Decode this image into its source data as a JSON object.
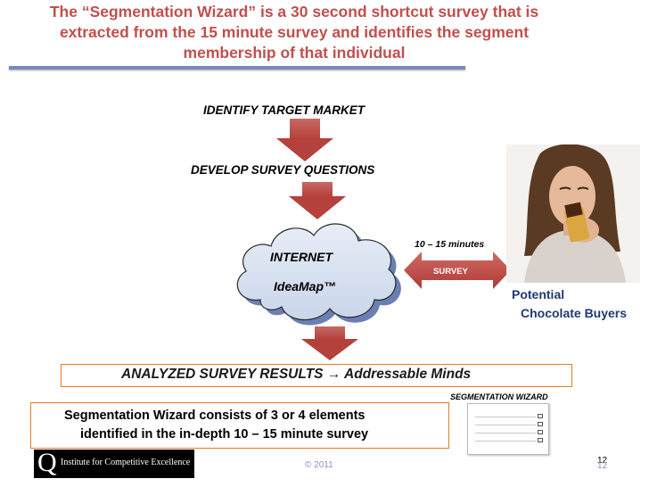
{
  "slide": {
    "title": "The “Segmentation Wizard” is a 30 second shortcut survey that is extracted from the 15 minute survey and identifies the segment membership of that individual",
    "steps": {
      "identify": "IDENTIFY  TARGET MARKET",
      "develop": "DEVELOP SURVEY  QUESTIONS"
    },
    "cloud": {
      "line1": "INTERNET",
      "line2": "IdeaMap™"
    },
    "survey_arrow": {
      "minutes": "10 – 15 minutes",
      "label": "SURVEY"
    },
    "buyers": {
      "line1": "Potential",
      "line2": "Chocolate Buyers"
    },
    "results": "ANALYZED SURVEY RESULTS → Addressable Minds",
    "segmentation_wizard_label": "SEGMENTATION WIZARD",
    "elements": {
      "line1": "Segmentation Wizard consists of 3 or 4 elements",
      "line2": "identified in the in-depth 10 – 15 minute survey"
    },
    "logo": {
      "mark": "Q",
      "text": "Institute for Competitive Excellence"
    },
    "copyright": "© 2011",
    "page_number": "12"
  },
  "colors": {
    "title": "#c0504d",
    "arrow": "#b5413c",
    "box_border": "#e67c22",
    "buyers": "#1f3b6e"
  },
  "icons": [
    "down-arrow-icon",
    "cloud-icon",
    "double-arrow-icon",
    "woman-eating-chocolate-photo",
    "survey-thumbnail-icon"
  ]
}
